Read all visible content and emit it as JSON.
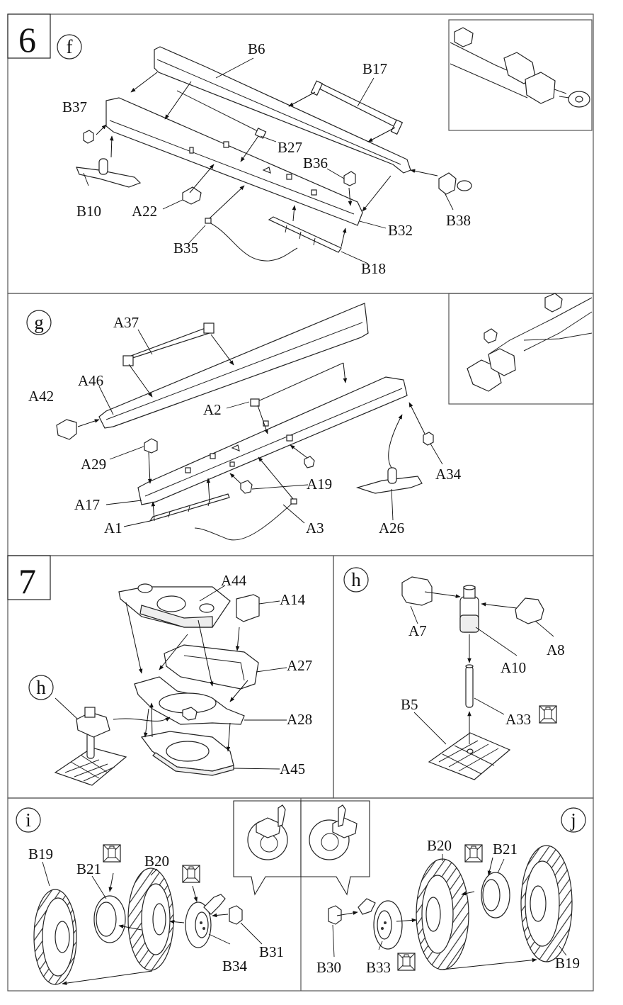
{
  "steps": {
    "s6": "6",
    "s7": "7"
  },
  "subs": {
    "f": "f",
    "g": "g",
    "h": "h",
    "h_ref": "h",
    "i": "i",
    "j": "j"
  },
  "parts": {
    "f": [
      "B6",
      "B17",
      "B37",
      "B27",
      "B36",
      "B10",
      "A22",
      "B32",
      "B38",
      "B35",
      "B18"
    ],
    "g": [
      "A37",
      "A46",
      "A42",
      "A2",
      "A29",
      "A34",
      "A19",
      "A17",
      "A1",
      "A3",
      "A26"
    ],
    "s7": [
      "A44",
      "A14",
      "A27",
      "A28",
      "A45"
    ],
    "h": [
      "A7",
      "A10",
      "A8",
      "B5",
      "A33"
    ],
    "i": [
      "B19",
      "B21",
      "B20",
      "B34",
      "B31"
    ],
    "j": [
      "B20",
      "B21",
      "B30",
      "B33",
      "B19"
    ]
  }
}
